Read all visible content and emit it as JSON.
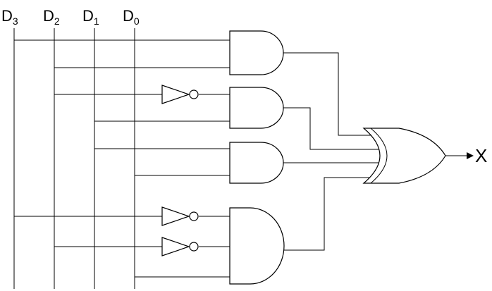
{
  "inputs": {
    "d3": {
      "letter": "D",
      "sub": "3"
    },
    "d2": {
      "letter": "D",
      "sub": "2"
    },
    "d1": {
      "letter": "D",
      "sub": "1"
    },
    "d0": {
      "letter": "D",
      "sub": "0"
    }
  },
  "output": {
    "label": "X"
  },
  "colors": {
    "line": "#000000",
    "background": "#ffffff"
  }
}
